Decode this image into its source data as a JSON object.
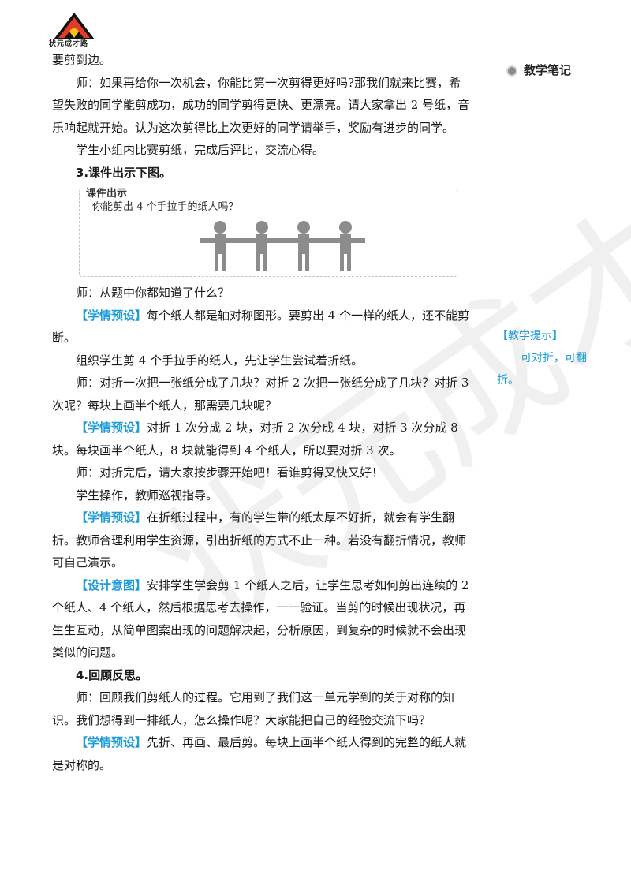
{
  "logo": {
    "text": "状元成才路"
  },
  "sidebar": {
    "notes_heading": "教学笔记",
    "tip_label": "【教学提示】",
    "tip_body": "可对折，可翻折。"
  },
  "watermark": "状元成才路",
  "content": {
    "p1": "要剪到边。",
    "p2": "师：如果再给你一次机会，你能比第一次剪得更好吗?那我们就来比赛，希望失败的同学能剪成功，成功的同学剪得更快、更漂亮。请大家拿出 2 号纸，音乐响起就开始。认为这次剪得比上次更好的同学请举手，奖励有进步的同学。",
    "p3": "学生小组内比赛剪纸，完成后评比，交流心得。",
    "h3": "3.课件出示下图。",
    "card_tab": "课件出示",
    "card_question": "你能剪出 4 个手拉手的纸人吗？",
    "p4": "师：从题中你都知道了什么？",
    "p5_tag": "【学情预设】",
    "p5": "每个纸人都是轴对称图形。要剪出 4 个一样的纸人，还不能剪断。",
    "p6": "组织学生剪 4 个手拉手的纸人，先让学生尝试着折纸。",
    "p7": "师：对折一次把一张纸分成了几块？对折 2 次把一张纸分成了几块？对折 3 次呢？每块上画半个纸人，那需要几块呢？",
    "p8_tag": "【学情预设】",
    "p8": "对折 1 次分成 2 块，对折 2 次分成 4 块，对折 3 次分成 8 块。每块画半个纸人，8 块就能得到 4 个纸人，所以要对折 3 次。",
    "p9": "师：对折完后，请大家按步骤开始吧！看谁剪得又快又好！",
    "p10": "学生操作，教师巡视指导。",
    "p11_tag": "【学情预设】",
    "p11": "在折纸过程中，有的学生带的纸太厚不好折，就会有学生翻折。教师合理利用学生资源，引出折纸的方式不止一种。若没有翻折情况，教师可自己演示。",
    "p12_tag": "【设计意图】",
    "p12": "安排学生学会剪 1 个纸人之后，让学生思考如何剪出连续的 2 个纸人、4 个纸人，然后根据思考去操作，一一验证。当剪的时候出现状况，再生生互动，从简单图案出现的问题解决起，分析原因，到复杂的时候就不会出现类似的问题。",
    "h4": "4.回顾反思。",
    "p13": "师：回顾我们剪纸人的过程。它用到了我们这一单元学到的关于对称的知识。我们想得到一排纸人，怎么操作呢？大家能把自己的经验交流下吗？",
    "p14_tag": "【学情预设】",
    "p14": "先折、再画、最后剪。每块上画半个纸人得到的完整的纸人就是对称的。"
  }
}
